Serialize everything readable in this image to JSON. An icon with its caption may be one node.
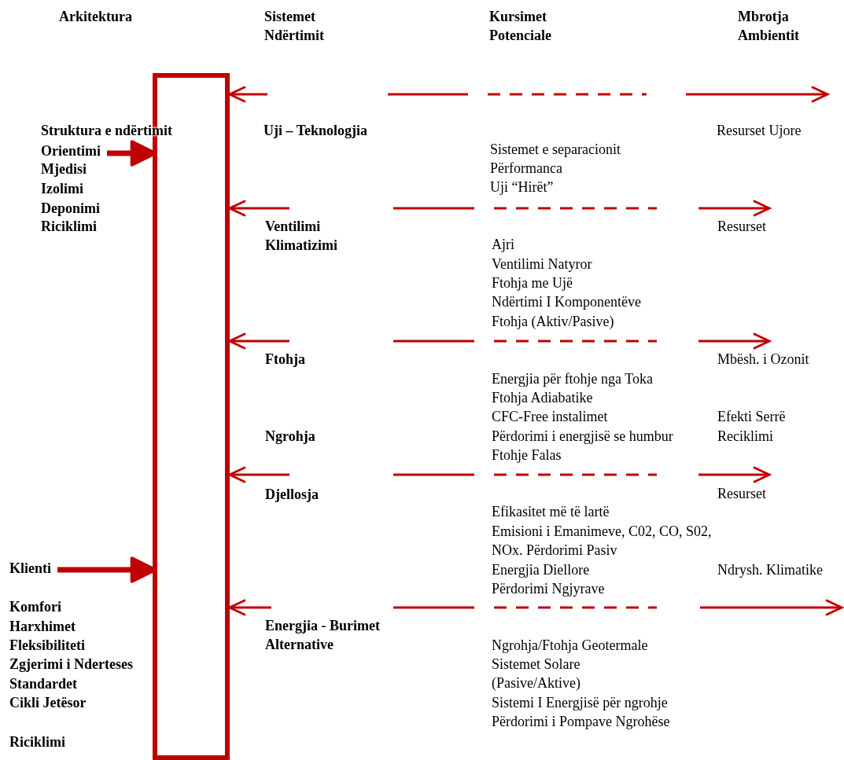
{
  "diagram": {
    "nodes": [
      {
        "text": [],
        "shape": "box"
      },
      {
        "text": [
          "Orientimi"
        ]
      },
      {
        "text": [
          "Klienti"
        ]
      }
    ],
    "edges": [
      {
        "from": null,
        "to": 0,
        "arrow": "to"
      },
      {
        "from": 1,
        "to": 0,
        "arrow": "to",
        "style": "thick"
      },
      {
        "from": null,
        "to": 0,
        "arrow": "to"
      },
      {
        "from": null,
        "to": 0,
        "arrow": "to"
      },
      {
        "from": null,
        "to": 0,
        "arrow": "to"
      },
      {
        "from": 2,
        "to": 0,
        "arrow": "to",
        "style": "thick"
      },
      {
        "from": null,
        "to": 0,
        "arrow": "to"
      }
    ],
    "labels": [
      "Arkitektura",
      "Sistemet Ndërtimit",
      "Kursimet Potenciale",
      "Mbrotja Ambientit",
      "Struktura e ndërtimit",
      "Uji – Teknologjia",
      "Resurset Ujore",
      "Sistemet e separacionit",
      "Mjedisi",
      "Përformanca",
      "Izolimi",
      "Uji “Hirët”",
      "Deponimi",
      "Riciklimi",
      "Ventilimi Klimatizimi",
      "Resurset",
      "Ajri",
      "Ventilimi Natyror",
      "Ftohja me Ujë",
      "Ndërtimi I Komponentëve",
      "Ftohja (Aktiv/Pasive)",
      "Ftohja",
      "Mbësh. i Ozonit",
      "Energjia për ftohje nga Toka",
      "Ftohja Adiabatike",
      "CFC-Free instalimet",
      "Efekti Serrë",
      "Ngrohja",
      "Përdorimi i energjisë se humbur",
      "Reciklimi",
      "Ftohje Falas",
      "Djellosja",
      "Resurset",
      "Efikasitet më të lartë",
      "Emisioni i Emanimeve, C02, CO, S02, NOx. Përdorimi Pasiv",
      "Energjia Diellore",
      "Ndrysh. Klimatike",
      "Përdorimi Ngjyrave",
      "Komfori",
      "Harxhimet",
      "Energjia - Burimet Alternative",
      "Fleksibiliteti",
      "Ngrohja/Ftohja Geotermale",
      "Zgjerimi i Nderteses",
      "Sistemet Solare",
      "Standardet",
      "(Pasive/Aktive)",
      "Cikli Jetësor",
      "Sistemi I Energjisë për ngrohje",
      "Përdorimi i Pompave Ngrohëse",
      "Riciklimi"
    ]
  }
}
